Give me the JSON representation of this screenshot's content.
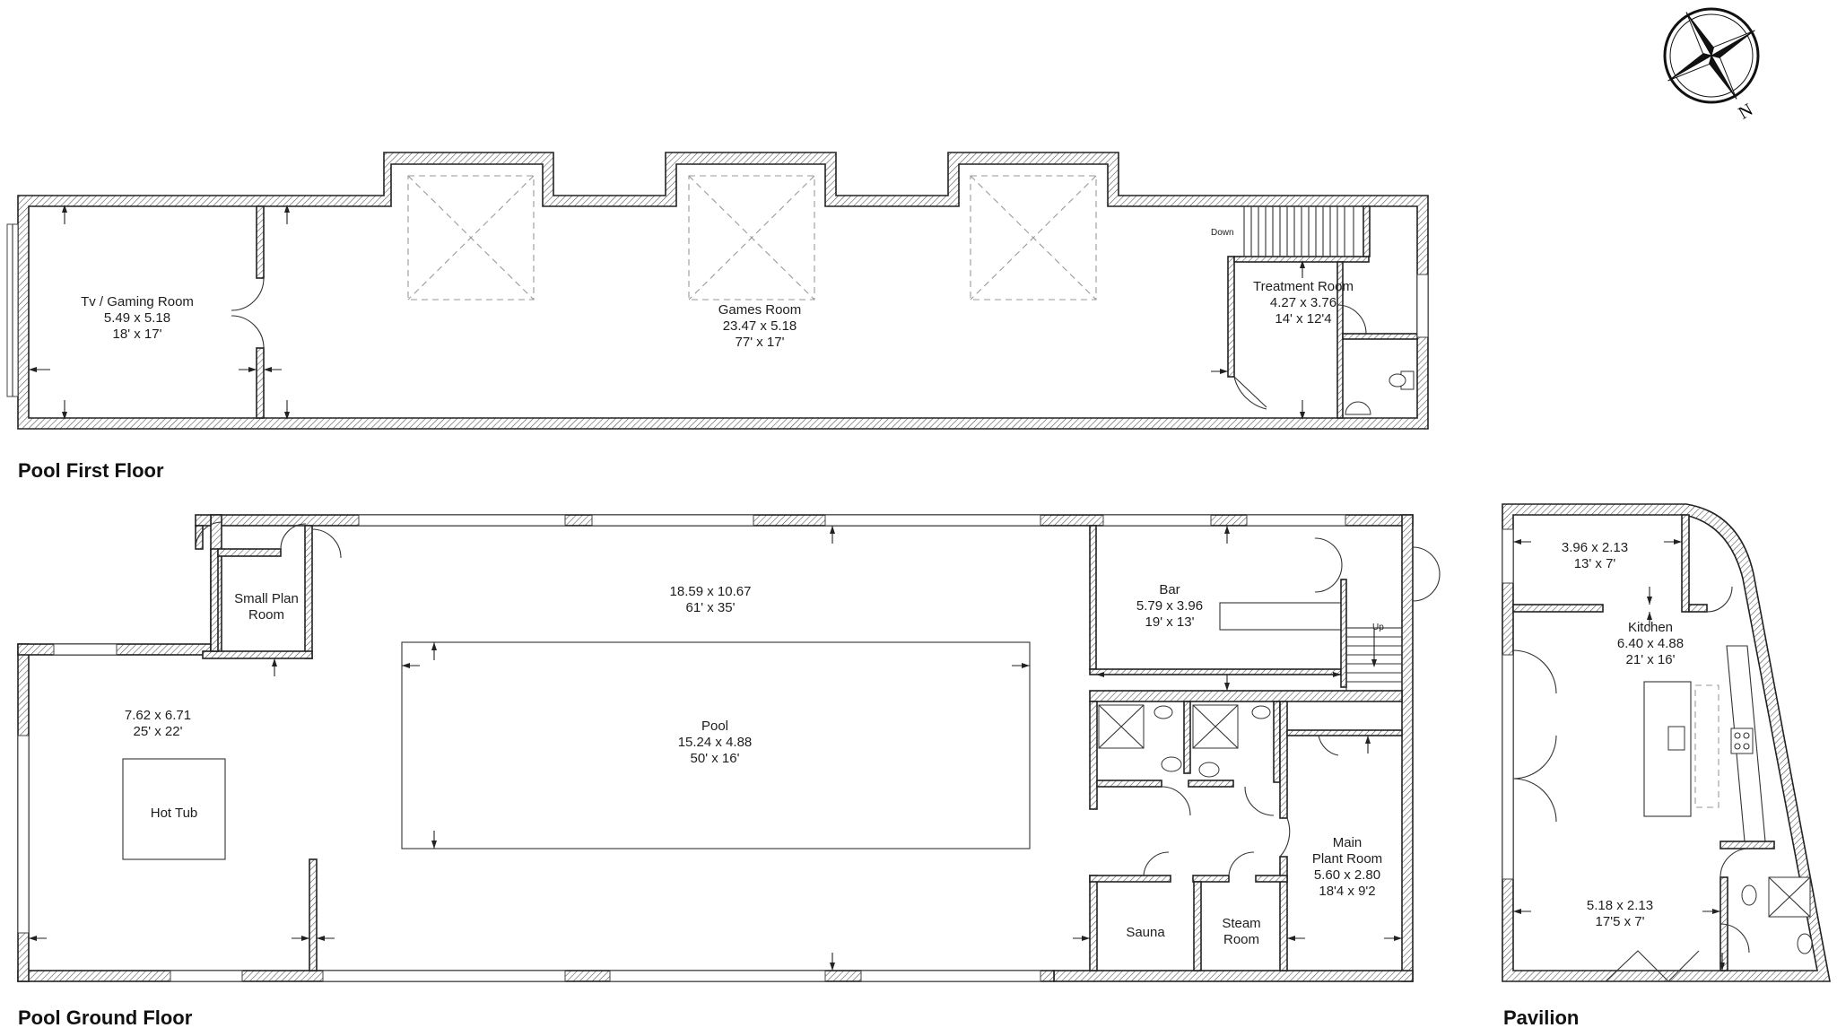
{
  "floors": {
    "first": {
      "title": "Pool First Floor",
      "rooms": [
        {
          "name": "Tv / Gaming Room",
          "metric": "5.49 x 5.18",
          "imperial": "18' x 17'"
        },
        {
          "name": "Games Room",
          "metric": "23.47 x 5.18",
          "imperial": "77' x 17'"
        },
        {
          "name": "Treatment Room",
          "metric": "4.27 x 3.76",
          "imperial": "14' x 12'4"
        }
      ],
      "stair_label": "Down"
    },
    "ground": {
      "title": "Pool Ground Floor",
      "rooms": [
        {
          "name": "",
          "metric": "18.59 x 10.67",
          "imperial": "61' x 35'"
        },
        {
          "name": "Small Plan",
          "name2": "Room"
        },
        {
          "name": "",
          "metric": "7.62 x 6.71",
          "imperial": "25' x 22'"
        },
        {
          "name": "Hot Tub"
        },
        {
          "name": "Pool",
          "metric": "15.24 x 4.88",
          "imperial": "50' x 16'"
        },
        {
          "name": "Bar",
          "metric": "5.79 x 3.96",
          "imperial": "19' x 13'"
        },
        {
          "name": "Main",
          "name2": "Plant Room",
          "metric": "5.60 x 2.80",
          "imperial": "18'4 x 9'2"
        },
        {
          "name": "Sauna"
        },
        {
          "name": "Steam",
          "name2": "Room"
        }
      ],
      "stair_label": "Up"
    },
    "pavilion": {
      "title": "Pavilion",
      "rooms": [
        {
          "name": "",
          "metric": "3.96 x 2.13",
          "imperial": "13' x 7'"
        },
        {
          "name": "Kitchen",
          "metric": "6.40 x 4.88",
          "imperial": "21' x 16'"
        },
        {
          "name": "",
          "metric": "5.18 x 2.13",
          "imperial": "17'5 x 7'"
        }
      ]
    }
  },
  "compass": {
    "north_label": "N"
  }
}
